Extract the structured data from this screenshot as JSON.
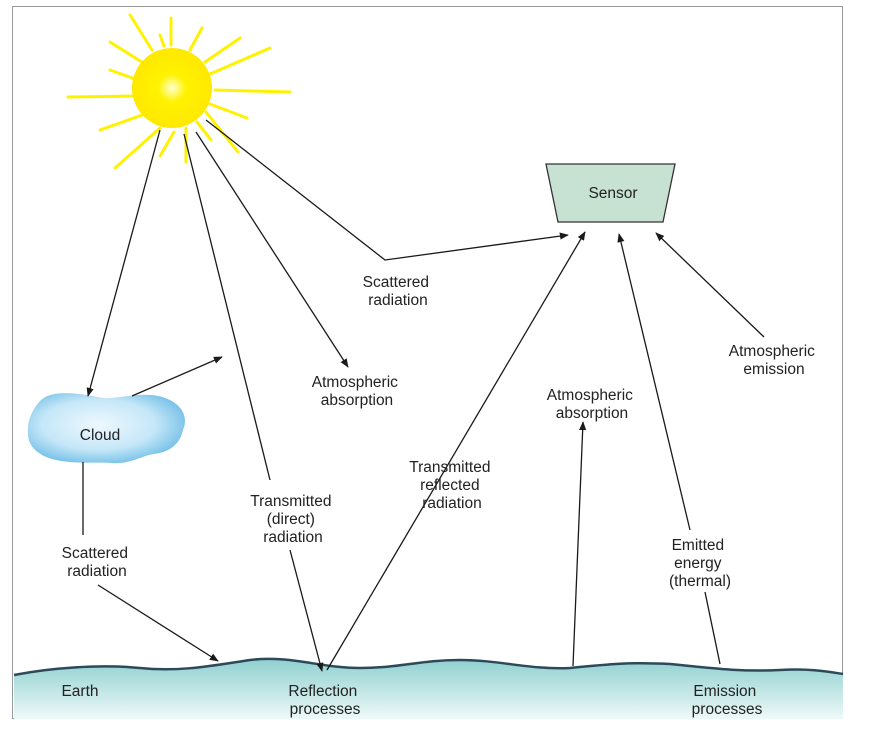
{
  "sensor": {
    "label": "Sensor"
  },
  "cloud": {
    "label": "Cloud"
  },
  "labels": {
    "scattered_top": [
      "Scattered",
      "radiation"
    ],
    "atm_absorption_left": [
      "Atmospheric",
      "absorption"
    ],
    "atm_absorption_right": [
      "Atmospheric",
      "absorption"
    ],
    "atm_emission": [
      "Atmospheric",
      "emission"
    ],
    "scattered_bottom": [
      "Scattered",
      "radiation"
    ],
    "transmitted_direct": [
      "Transmitted",
      "(direct)",
      "radiation"
    ],
    "transmitted_reflected": [
      "Transmitted",
      "reflected",
      "radiation"
    ],
    "emitted_energy": [
      "Emitted",
      "energy",
      "(thermal)"
    ],
    "earth": [
      "Earth"
    ],
    "reflection": [
      "Reflection",
      "processes"
    ],
    "emission": [
      "Emission",
      "processes"
    ]
  },
  "colors": {
    "sun_core": "#fff000",
    "sun_ray": "#fff200",
    "sensor_fill": "#c7e2d2",
    "cloud_light": "#e8f6fd",
    "cloud_dark": "#7cc4ea",
    "earth_top": "#8fd0cf",
    "earth_bottom": "#eaf8f8"
  }
}
